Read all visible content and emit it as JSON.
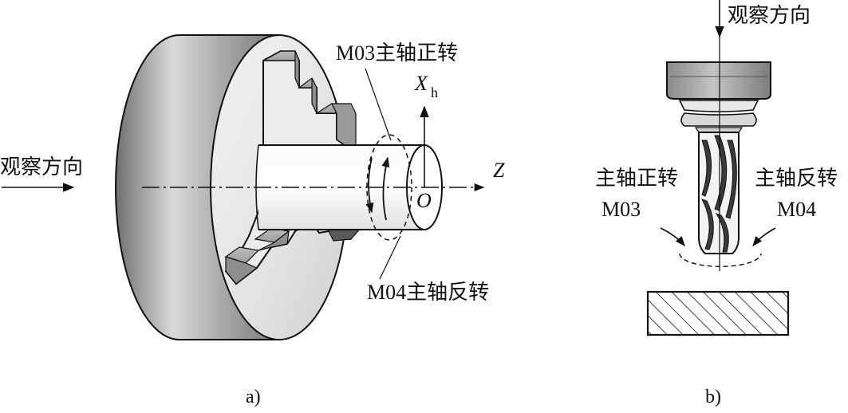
{
  "figure_a": {
    "view_direction": "观察方向",
    "label_m03": "M03主轴正转",
    "label_m04": "M04主轴反转",
    "axis_x": "X",
    "axis_x_sub": "h",
    "axis_z": "Z",
    "origin": "O",
    "caption": "a)"
  },
  "figure_b": {
    "view_direction": "观察方向",
    "forward_text": "主轴正转",
    "forward_code": "M03",
    "reverse_text": "主轴反转",
    "reverse_code": "M04",
    "caption": "b)"
  }
}
